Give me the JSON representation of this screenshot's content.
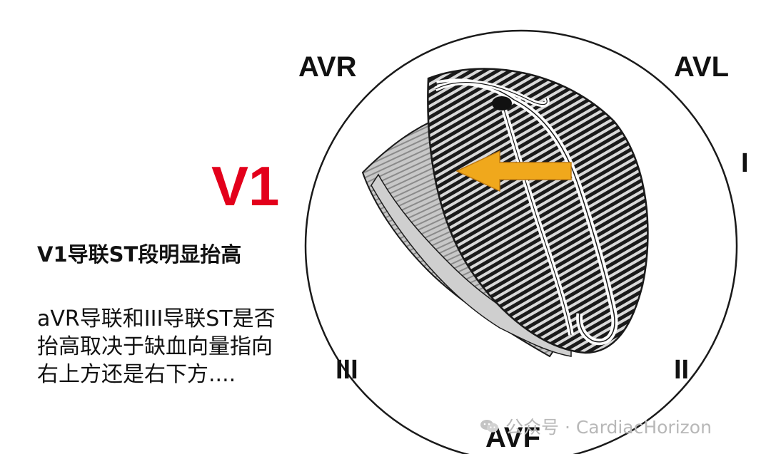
{
  "title": "V1",
  "subtitle": "V1导联ST段明显抬高",
  "description": "aVR导联和III导联ST是否抬高取决于缺血向量指向右上方还是右下方....",
  "leads": {
    "avr": "AVR",
    "avl": "AVL",
    "i": "I",
    "ii": "II",
    "iii": "III",
    "avf": "AVF"
  },
  "watermark": "公众号 · CardiacHorizon",
  "colors": {
    "title": "#e3001b",
    "arrow": "#f0a81c",
    "heart_gray": "#bdbdbd",
    "stripe": "#1a1a1a"
  },
  "icons": {
    "watermark_icon": "wechat-icon"
  }
}
